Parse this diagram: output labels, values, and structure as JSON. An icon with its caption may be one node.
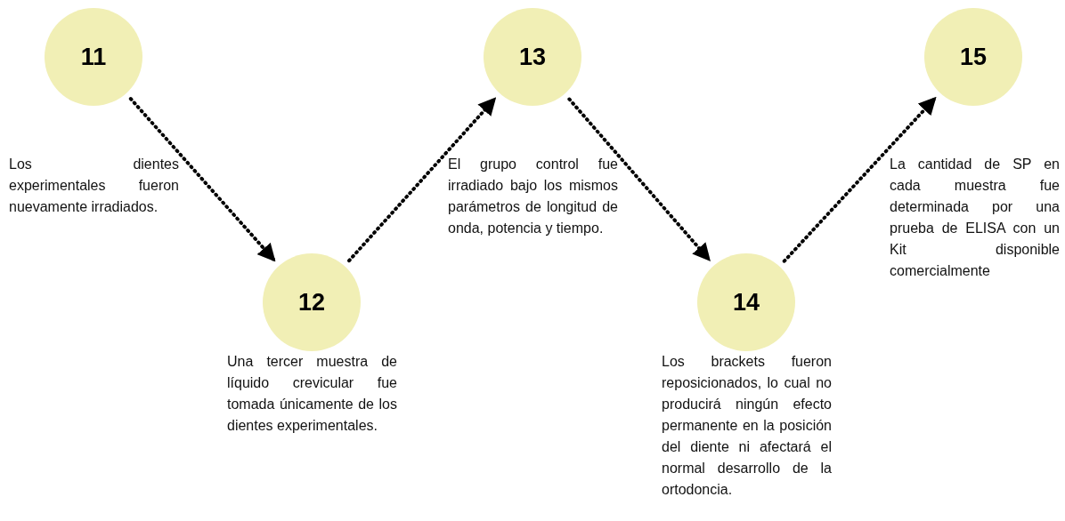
{
  "diagram": {
    "nodes": [
      {
        "text": [
          "11"
        ],
        "beside": [
          "Los dientes experimentales fueron nuevamente irradiados."
        ]
      },
      {
        "text": [
          "12"
        ],
        "beside": [
          "Una tercer muestra de líquido crevicular fue tomada únicamente de los dientes experimentales."
        ]
      },
      {
        "text": [
          "13"
        ],
        "beside": [
          "El grupo control fue irradiado bajo los mismos parámetros de longitud de onda, potencia y tiempo."
        ]
      },
      {
        "text": [
          "14"
        ],
        "beside": [
          "Los brackets fueron reposicionados, lo cual no producirá ningún efecto permanente en la posición del diente ni afectará el normal desarrollo de la ortodoncia."
        ]
      },
      {
        "text": [
          "15"
        ],
        "beside": [
          "La cantidad de SP en cada muestra fue determinada por una prueba de ELISA con un Kit disponible comercialmente"
        ]
      }
    ],
    "edges": [
      {
        "from": 0,
        "to": 1,
        "arrow": "to"
      },
      {
        "from": 1,
        "to": 2,
        "arrow": "to"
      },
      {
        "from": 2,
        "to": 3,
        "arrow": "to"
      },
      {
        "from": 3,
        "to": 4,
        "arrow": "to"
      }
    ]
  }
}
